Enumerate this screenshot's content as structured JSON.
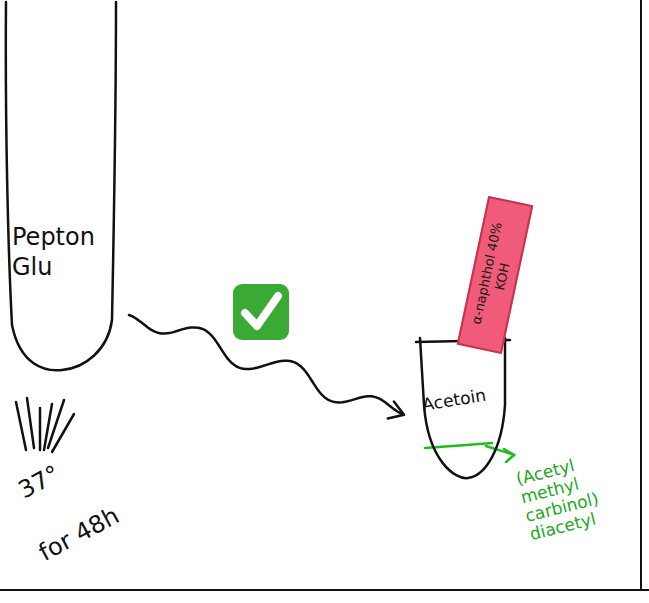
{
  "diagram": {
    "nodes": [
      {
        "text": [
          "Pepton Glu"
        ]
      },
      {
        "text": [
          "Acetoin"
        ]
      },
      {
        "text": [
          "α-naphthol 40% KOH"
        ]
      }
    ],
    "edges": [
      {
        "from": 0,
        "to": 1,
        "arrow": "to"
      }
    ],
    "labels": [
      "37°",
      "for 48h",
      "(Acetyl methyl carbinol) diacetyl"
    ]
  }
}
